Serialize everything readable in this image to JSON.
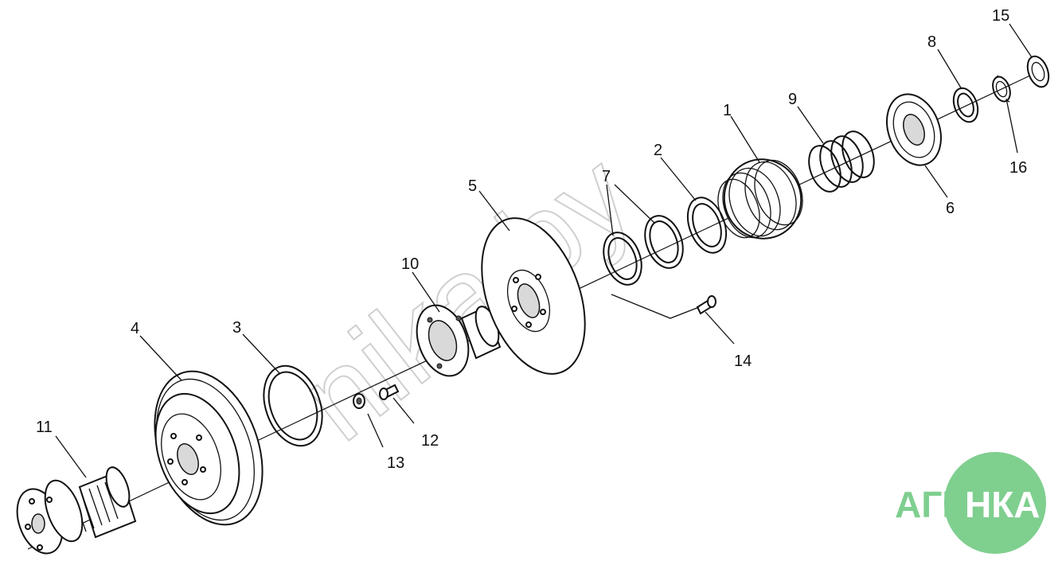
{
  "diagram": {
    "callouts": [
      "1",
      "2",
      "3",
      "4",
      "5",
      "6",
      "7",
      "8",
      "9",
      "10",
      "11",
      "12",
      "13",
      "14",
      "15",
      "16"
    ]
  },
  "watermark": {
    "text": "nika.by"
  },
  "logo": {
    "left_text": "АГРО",
    "right_text": "НКА",
    "color": "#7fcf8f"
  },
  "colors": {
    "line": "#111111",
    "watermark": "#cfcfcf"
  }
}
